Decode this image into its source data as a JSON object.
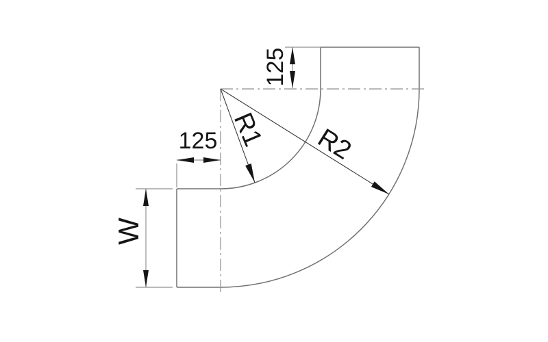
{
  "drawing": {
    "title": "90 degree elbow bend - dimensioned side view",
    "background": "#ffffff",
    "colors": {
      "object_line": "#717171",
      "dimension_line": "#8f8f8f",
      "radius_line": "#3f3f3f",
      "ink": "#151515"
    },
    "labels": {
      "dim_top": "125",
      "dim_left": "125",
      "dim_width": "W",
      "radius_inner": "R1",
      "radius_outer": "R2"
    }
  }
}
